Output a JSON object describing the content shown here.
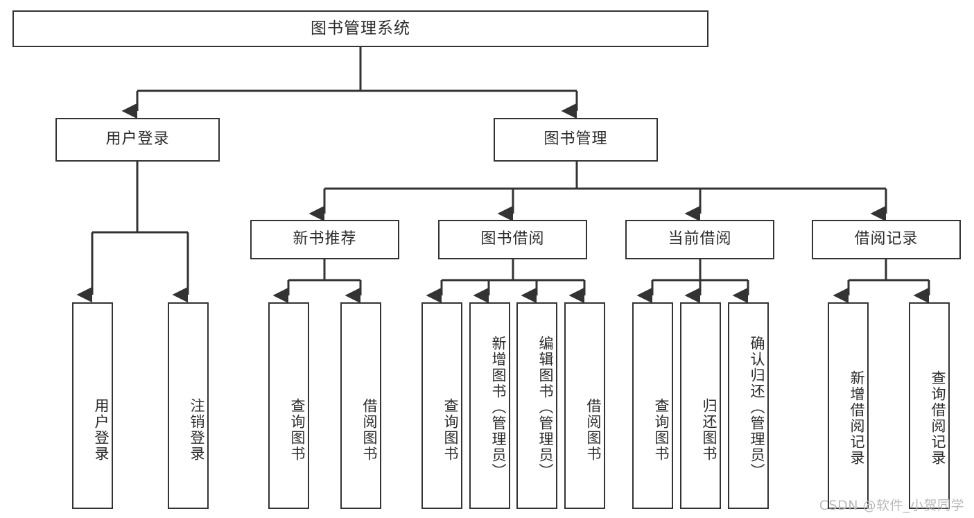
{
  "diagram": {
    "title": "图书管理系统",
    "type": "hierarchy-tree",
    "root": {
      "label": "图书管理系统"
    },
    "level2": [
      {
        "id": "user-login",
        "label": "用户登录"
      },
      {
        "id": "book-management",
        "label": "图书管理"
      }
    ],
    "level3": [
      {
        "id": "new-book-recommend",
        "label": "新书推荐"
      },
      {
        "id": "book-borrow",
        "label": "图书借阅"
      },
      {
        "id": "current-borrow",
        "label": "当前借阅"
      },
      {
        "id": "borrow-record",
        "label": "借阅记录"
      }
    ],
    "leaves": [
      {
        "id": "leaf-user-login",
        "label": "用户登录",
        "parent": "user-login"
      },
      {
        "id": "leaf-logout-login",
        "label": "注销登录",
        "parent": "user-login"
      },
      {
        "id": "leaf-query-book-1",
        "label": "查询图书",
        "parent": "new-book-recommend"
      },
      {
        "id": "leaf-borrow-book-1",
        "label": "借阅图书",
        "parent": "new-book-recommend"
      },
      {
        "id": "leaf-query-book-2",
        "label": "查询图书",
        "parent": "book-borrow"
      },
      {
        "id": "leaf-add-book",
        "label": "新增图书（管理员）",
        "parent": "book-borrow"
      },
      {
        "id": "leaf-edit-book",
        "label": "编辑图书（管理员）",
        "parent": "book-borrow"
      },
      {
        "id": "leaf-borrow-book-2",
        "label": "借阅图书",
        "parent": "book-borrow"
      },
      {
        "id": "leaf-query-book-3",
        "label": "查询图书",
        "parent": "current-borrow"
      },
      {
        "id": "leaf-return-book",
        "label": "归还图书",
        "parent": "current-borrow"
      },
      {
        "id": "leaf-confirm-return",
        "label": "确认归还（管理员）",
        "parent": "current-borrow"
      },
      {
        "id": "leaf-add-record",
        "label": "新增借阅记录",
        "parent": "borrow-record"
      },
      {
        "id": "leaf-query-record",
        "label": "查询借阅记录",
        "parent": "borrow-record"
      }
    ],
    "watermark": "CSDN @软件_小贺同学",
    "colors": {
      "stroke": "#333333",
      "text": "#2b2b2b",
      "background": "#ffffff",
      "watermark": "#b9b9b9"
    }
  }
}
